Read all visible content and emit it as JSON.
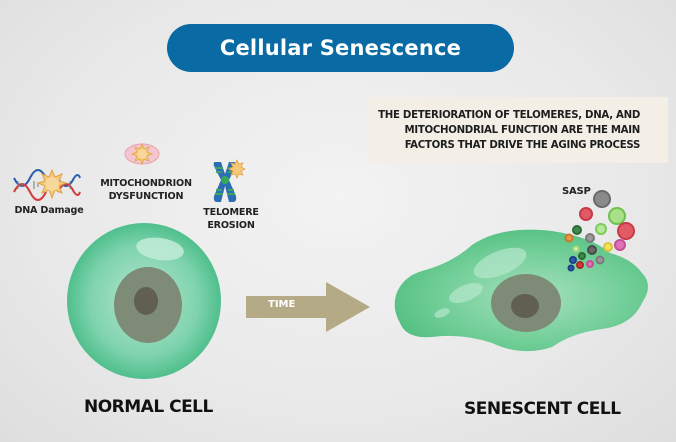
{
  "title": "Cellular Senescence",
  "info_box": {
    "text": "THE DETERIORATION OF TELOMERES, DNA, AND\nMITOCHONDRIAL FUNCTION ARE THE MAIN\nFACTORS THAT DRIVE THE AGING PROCESS"
  },
  "factors": [
    {
      "label": "DNA Damage",
      "icon": "dna-damage-icon"
    },
    {
      "label": "MITOCHONDRION\nDYSFUNCTION",
      "icon": "mitochondrion-icon"
    },
    {
      "label": "TELOMERE\nEROSION",
      "icon": "chromosome-icon"
    }
  ],
  "arrow": {
    "label": "TIME",
    "color": "#b5aa86"
  },
  "sasp": {
    "label": "SASP"
  },
  "cells": {
    "normal": {
      "label": "NORMAL CELL",
      "color": "#5fc79a"
    },
    "senescent": {
      "label": "SENESCENT CELL",
      "color": "#5cc58b"
    }
  },
  "colors": {
    "title_bg": "#0a6aa3",
    "info_bg": "#f3efe7",
    "nucleus": "#7e8c77",
    "nucleolus": "#615f52"
  }
}
